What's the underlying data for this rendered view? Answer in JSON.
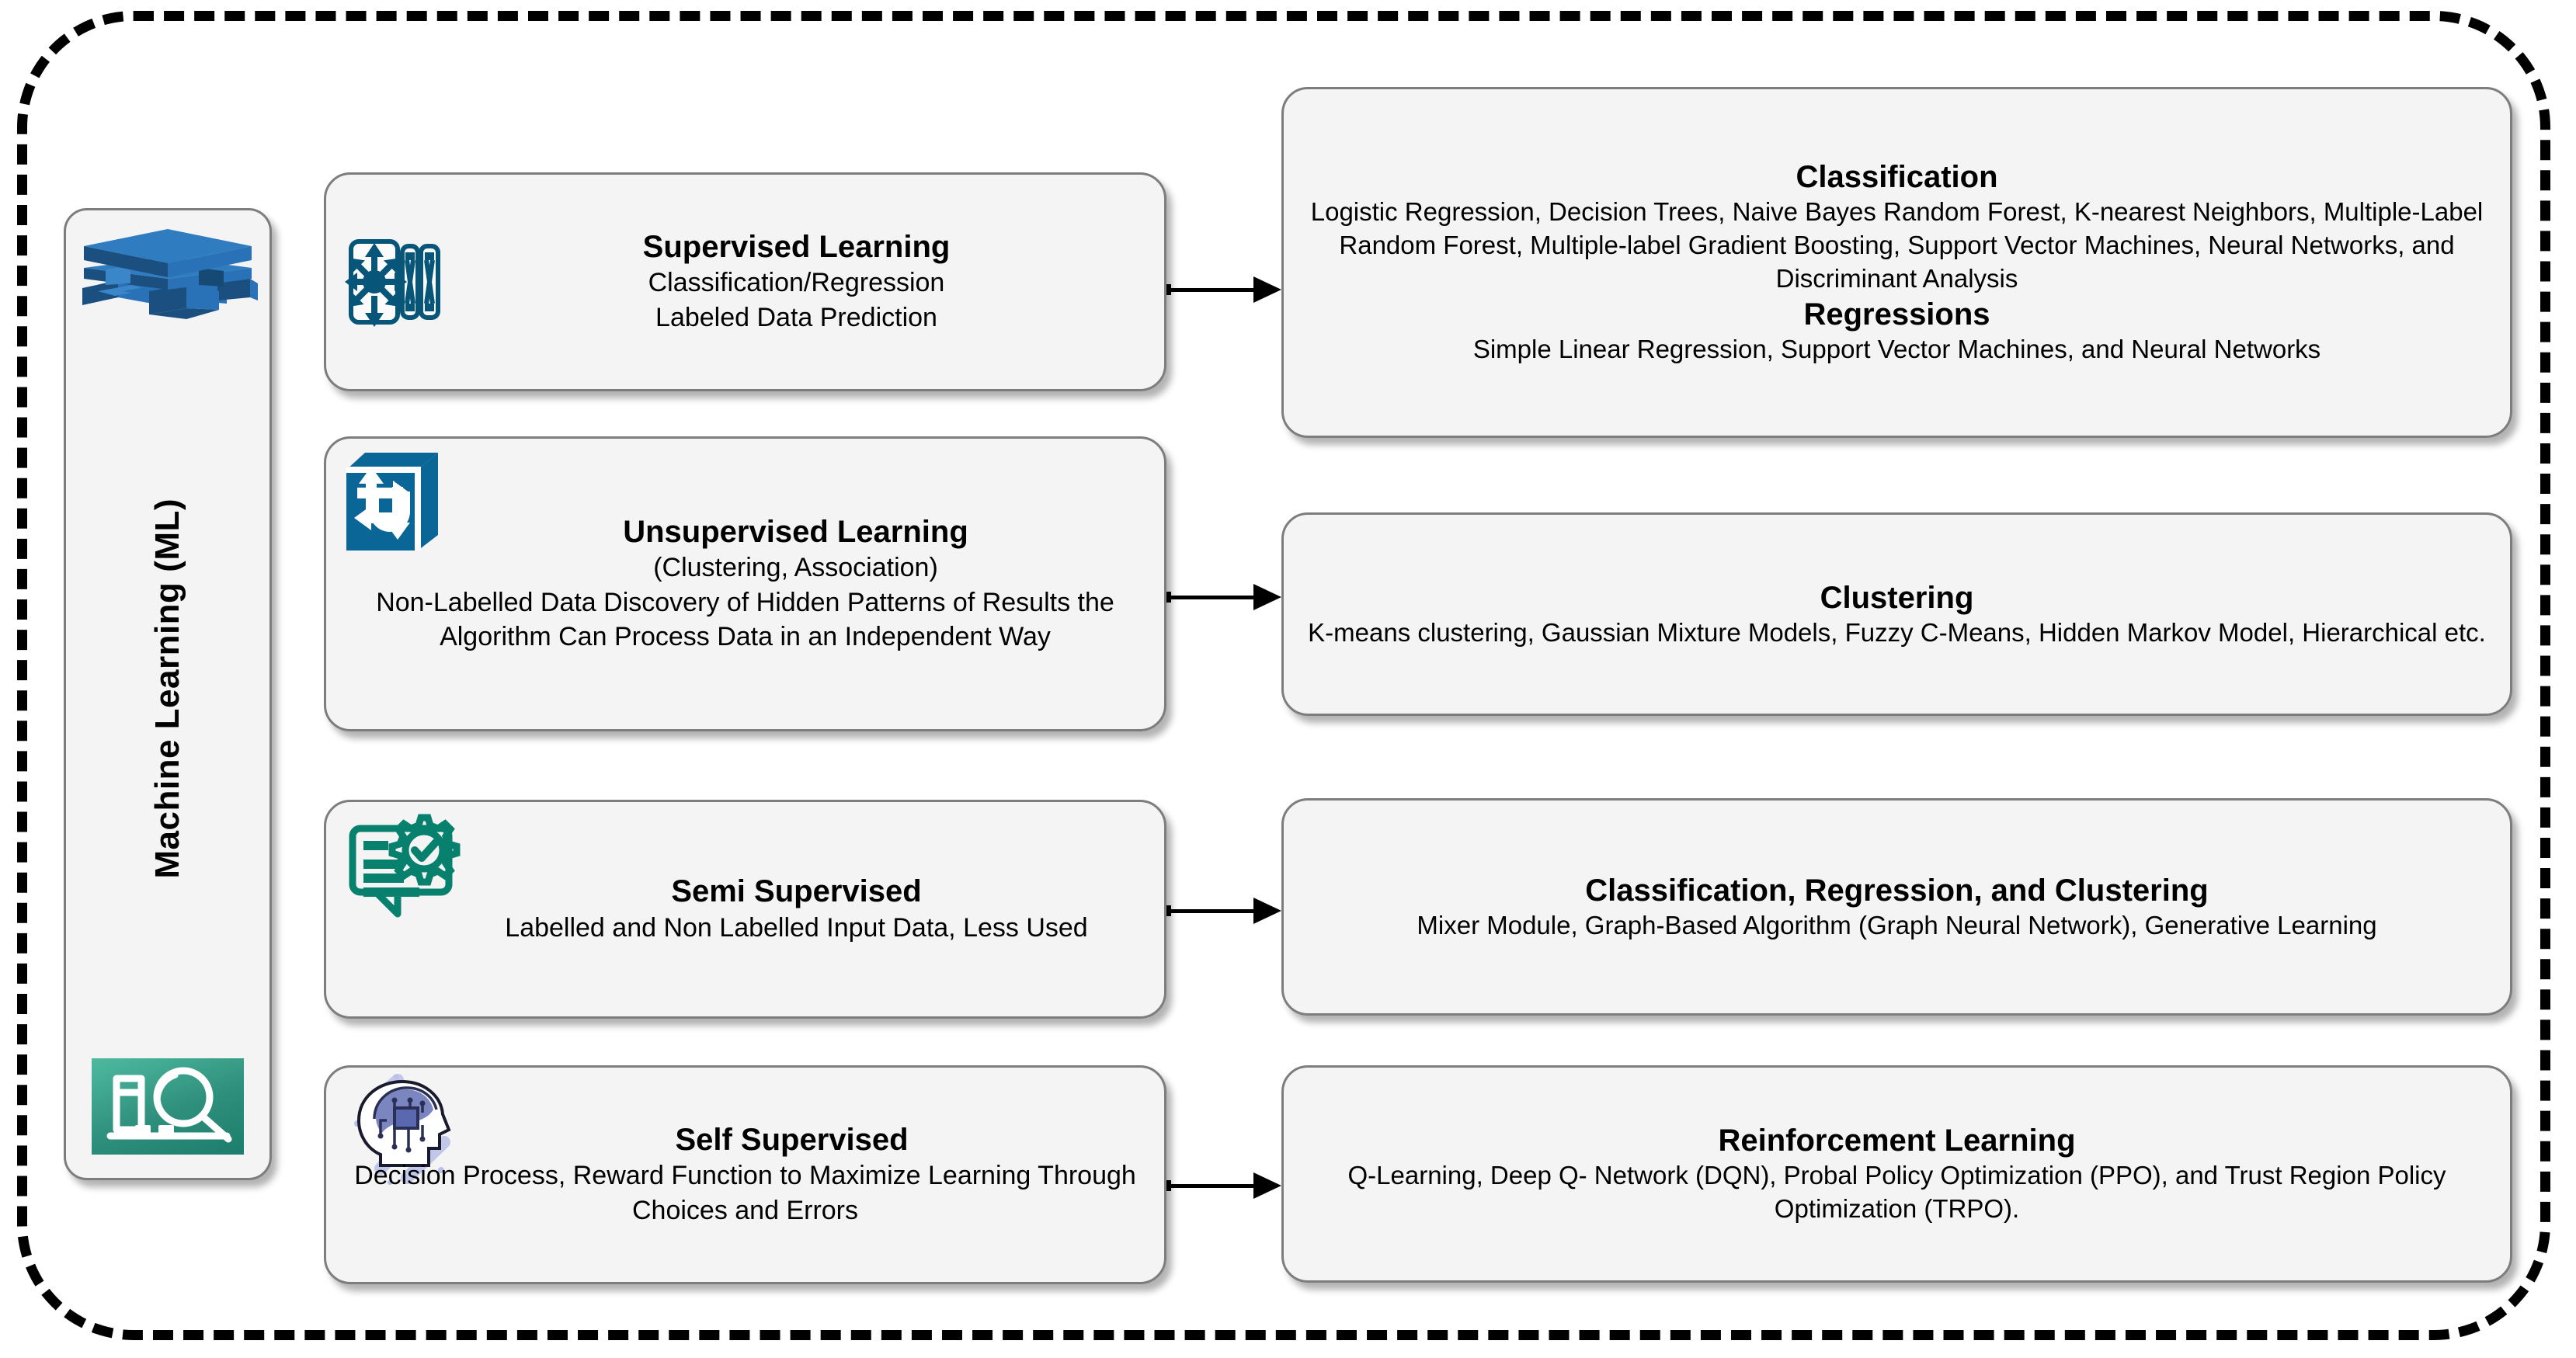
{
  "diagram": {
    "title": "Machine Learning (ML) taxonomy",
    "colors": {
      "card_fill": "#f4f4f4",
      "card_border": "#7d7d7d",
      "frame_dash": "#000000",
      "blue_dark": "#1b4f7f",
      "blue_mid": "#2a72b8",
      "blue_icon": "#0b6698",
      "teal_icon": "#08806e",
      "teal_badge_light": "#4fbaa0",
      "teal_badge_dark": "#1c7d6c",
      "periwinkle": "#b8c0e8"
    }
  },
  "spine": {
    "label": "Machine Learning (ML)",
    "top_icon": "layered-cube-stack-icon",
    "bottom_icon": "data-analysis-magnifier-icon"
  },
  "categories": [
    {
      "id": "supervised",
      "icon": "supervised-nodes-icon",
      "title": "Supervised Learning",
      "lines": [
        "Classification/Regression",
        "Labeled Data Prediction"
      ],
      "arrow": "arrow-supervised"
    },
    {
      "id": "unsupervised",
      "icon": "unsupervised-cube-icon",
      "title": "Unsupervised Learning",
      "lines": [
        "(Clustering, Association)",
        "Non-Labelled Data Discovery of Hidden Patterns of Results the Algorithm Can Process Data in an Independent Way"
      ],
      "arrow": "arrow-unsupervised"
    },
    {
      "id": "semi-supervised",
      "icon": "semi-supervised-checklist-gear-icon",
      "title": "Semi Supervised",
      "lines": [
        "Labelled and Non Labelled Input Data, Less Used"
      ],
      "arrow": "arrow-semi-supervised"
    },
    {
      "id": "self-supervised",
      "icon": "self-supervised-brain-chip-icon",
      "title": "Self Supervised",
      "lines": [
        "Decision Process, Reward Function to Maximize Learning Through Choices and Errors"
      ],
      "arrow": "arrow-self-supervised"
    }
  ],
  "outputs": [
    {
      "id": "classification-regressions",
      "head1": "Classification",
      "body1": "Logistic Regression, Decision Trees, Naive Bayes Random Forest, K-nearest Neighbors, Multiple-Label Random Forest, Multiple-label Gradient Boosting, Support Vector Machines, Neural Networks, and Discriminant Analysis",
      "head2": "Regressions",
      "body2": "Simple Linear Regression, Support Vector Machines, and Neural Networks"
    },
    {
      "id": "clustering",
      "head1": "Clustering",
      "body1": "K-means clustering, Gaussian Mixture Models,  Fuzzy C-Means, Hidden Markov Model, Hierarchical etc."
    },
    {
      "id": "classification-regression-clustering",
      "head1": "Classification, Regression, and Clustering",
      "body1": "Mixer Module, Graph-Based Algorithm (Graph Neural Network), Generative Learning"
    },
    {
      "id": "reinforcement-learning",
      "head1": "Reinforcement Learning",
      "body1": "Q-Learning, Deep Q- Network (DQN), Probal Policy Optimization (PPO), and Trust Region Policy Optimization (TRPO)."
    }
  ]
}
